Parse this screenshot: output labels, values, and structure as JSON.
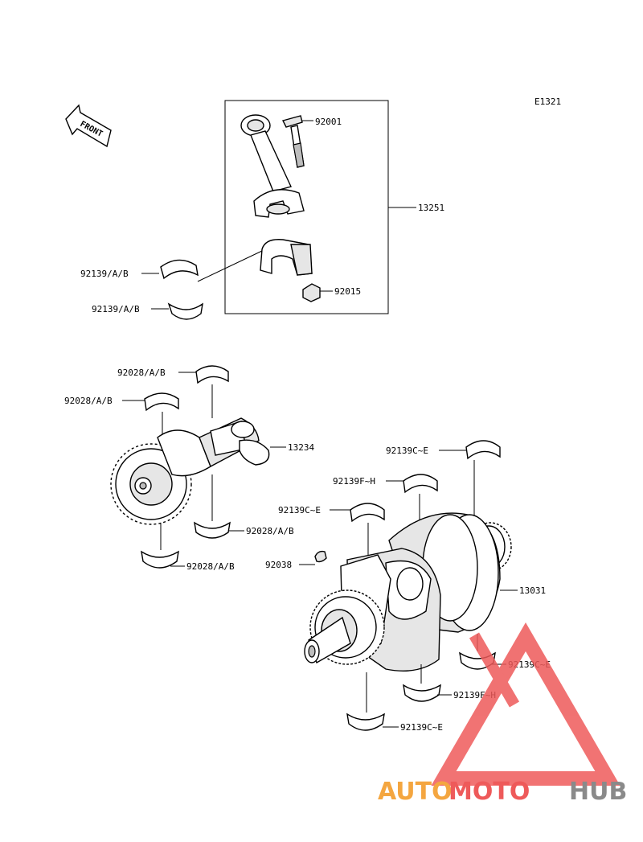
{
  "diagram": {
    "code": "E1321",
    "front_label": "FRONT"
  },
  "callouts": {
    "conrod_bolt": "92001",
    "conrod_assy": "13251",
    "conrod_nut": "92015",
    "conrod_bearing_upper": "92139/A/B",
    "conrod_bearing_lower": "92139/A/B",
    "balancer_bearing_top_right": "92028/A/B",
    "balancer_bearing_top_left": "92028/A/B",
    "balancer_shaft": "13234",
    "balancer_bearing_bottom_right": "92028/A/B",
    "balancer_bearing_bottom_left": "92028/A/B",
    "main_bearing_top_right": "92139C~E",
    "main_bearing_fh_top": "92139F~H",
    "main_bearing_top_left": "92139C~E",
    "crank_key": "92038",
    "crankshaft": "13031",
    "main_bearing_bottom_right": "92139C~E",
    "main_bearing_fh_bottom": "92139F~H",
    "main_bearing_bottom_left": "92139C~E"
  },
  "watermark": {
    "part1": "AUTO",
    "part2": "MOTO",
    "part3": "HUB",
    "colors": {
      "orange": "#f4a640",
      "red": "#ee5a5a",
      "gray": "#8a8a8a"
    }
  }
}
